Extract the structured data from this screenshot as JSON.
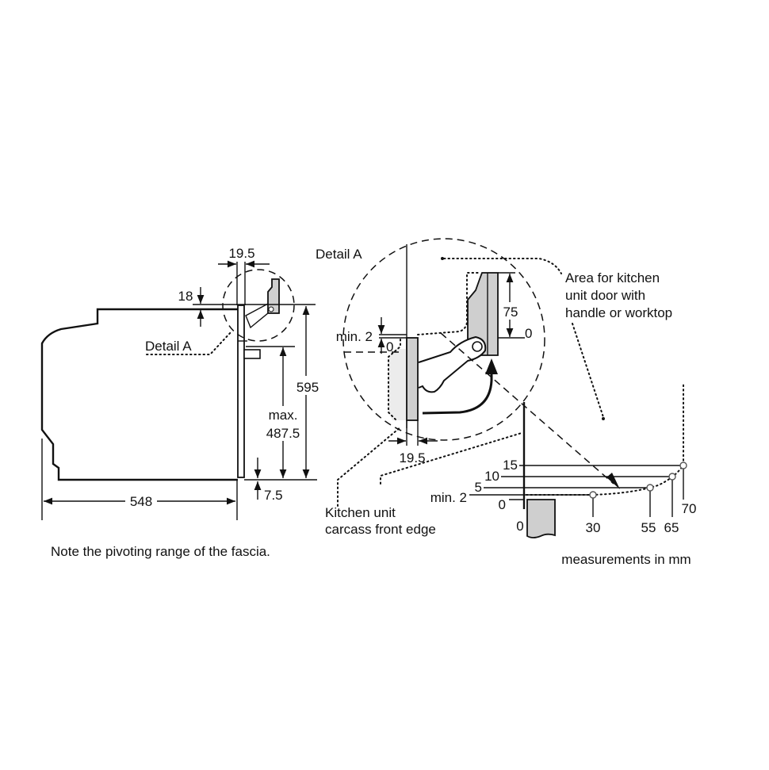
{
  "side_view": {
    "dim_fascia_width": "19.5",
    "dim_top_gap": "18",
    "dim_height": "595",
    "dim_max_label": "max.",
    "dim_max_value": "487.5",
    "dim_bottom_gap": "7.5",
    "dim_depth": "548",
    "detail_label": "Detail A"
  },
  "detail_view": {
    "title": "Detail A",
    "min_label": "min. 2",
    "zero_left": "0",
    "dim_panel_travel": "75",
    "zero_right": "0",
    "dim_fascia_width": "19.5",
    "area_label_lines": [
      "Area for kitchen",
      "unit door with",
      "handle or worktop"
    ],
    "carcass_label_lines": [
      "Kitchen unit",
      "carcass front edge"
    ]
  },
  "range_chart": {
    "y_labels": [
      "15",
      "10",
      "5",
      "min. 2",
      "0"
    ],
    "x_labels": [
      "0",
      "30",
      "55",
      "65",
      "70"
    ],
    "units_note": "measurements in mm"
  },
  "note": "Note the pivoting range of the fascia."
}
